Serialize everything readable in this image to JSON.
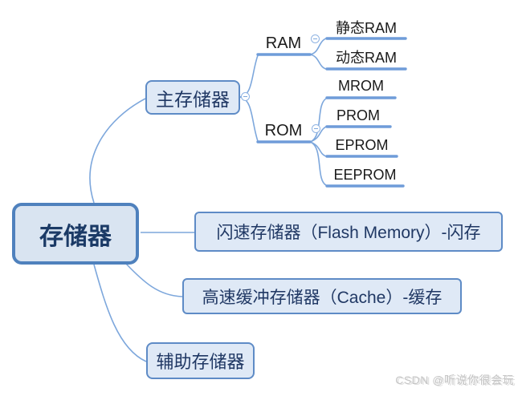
{
  "mindmap": {
    "root": "存储器",
    "branches": [
      {
        "label": "主存储器",
        "children": [
          {
            "label": "RAM",
            "children": [
              {
                "label": "静态RAM"
              },
              {
                "label": "动态RAM"
              }
            ]
          },
          {
            "label": "ROM",
            "children": [
              {
                "label": "MROM"
              },
              {
                "label": "PROM"
              },
              {
                "label": "EPROM"
              },
              {
                "label": "EEPROM"
              }
            ]
          }
        ]
      },
      {
        "label": "闪速存储器（Flash Memory）-闪存"
      },
      {
        "label": "高速缓冲存储器（Cache）-缓存"
      },
      {
        "label": "辅助存储器"
      }
    ]
  },
  "watermark": {
    "text": "CSDN @听说你很会玩"
  },
  "colors": {
    "connector_line": "#7da7dc",
    "underline": "#6f9cd9",
    "node_border": "#5e8bc6",
    "root_border": "#4f81bd",
    "node_fill": "#dfe9f6",
    "root_fill": "#d9e4f1",
    "node_text": "#203864",
    "root_text": "#1b3a66",
    "label_text": "#1a1a1a",
    "watermark_text": "#c6c6c6"
  }
}
